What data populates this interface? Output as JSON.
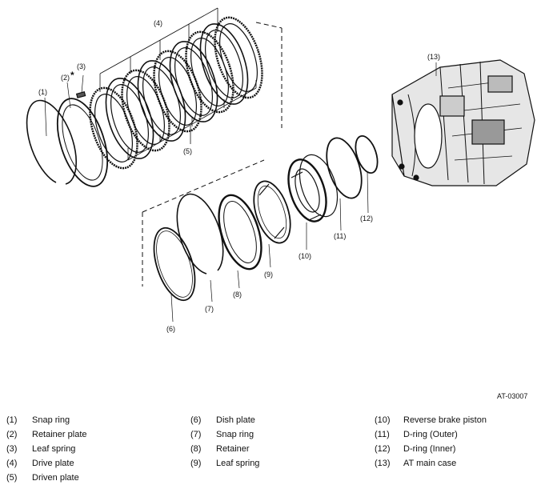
{
  "figure_code": "AT-03007",
  "callouts": [
    "(1)",
    "(2)",
    "(3)",
    "(4)",
    "(5)",
    "(6)",
    "(7)",
    "(8)",
    "(9)",
    "(10)",
    "(11)",
    "(12)",
    "(13)"
  ],
  "asterisk": "*",
  "legend": {
    "col1": [
      {
        "num": "(1)",
        "label": "Snap ring"
      },
      {
        "num": "(2)",
        "label": "Retainer plate"
      },
      {
        "num": "(3)",
        "label": "Leaf spring"
      },
      {
        "num": "(4)",
        "label": "Drive plate"
      },
      {
        "num": "(5)",
        "label": "Driven plate"
      }
    ],
    "col2": [
      {
        "num": "(6)",
        "label": "Dish plate"
      },
      {
        "num": "(7)",
        "label": "Snap ring"
      },
      {
        "num": "(8)",
        "label": "Retainer"
      },
      {
        "num": "(9)",
        "label": "Leaf spring"
      }
    ],
    "col3": [
      {
        "num": "(10)",
        "label": "Reverse brake piston"
      },
      {
        "num": "(11)",
        "label": "D-ring (Outer)"
      },
      {
        "num": "(12)",
        "label": "D-ring (Inner)"
      },
      {
        "num": "(13)",
        "label": "AT main case"
      }
    ]
  }
}
